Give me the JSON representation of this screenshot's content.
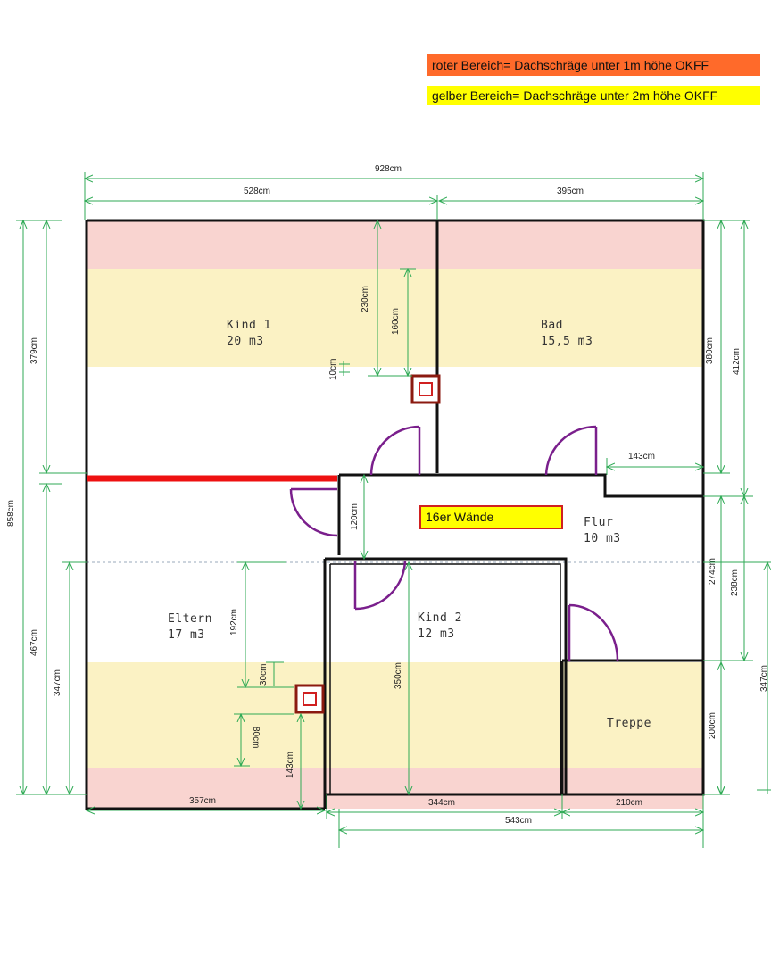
{
  "legend": {
    "red": "roter Bereich= Dachschräge unter 1m höhe OKFF",
    "yellow": "gelber Bereich= Dachschräge unter 2m höhe OKFF",
    "red_color": "#ff6a2a",
    "yellow_color": "#ffff00"
  },
  "rooms": {
    "kind1_name": "Kind 1",
    "kind1_area": "20 m3",
    "bad_name": "Bad",
    "bad_area": "15,5 m3",
    "flur_name": "Flur",
    "flur_area": "10 m3",
    "eltern_name": "Eltern",
    "eltern_area": "17 m3",
    "kind2_name": "Kind 2",
    "kind2_area": "12 m3",
    "treppe_name": "Treppe"
  },
  "note16": "16er Wände",
  "dims": {
    "d928": "928cm",
    "d528": "528cm",
    "d395": "395cm",
    "d858": "858cm",
    "d379": "379cm",
    "d467": "467cm",
    "d347l": "347cm",
    "d230": "230cm",
    "d160": "160cm",
    "d10": "10cm",
    "d380": "380cm",
    "d412": "412cm",
    "d143t": "143cm",
    "d120": "120cm",
    "d274": "274cm",
    "d238": "238cm",
    "d347r": "347cm",
    "d192": "192cm",
    "d30": "30cm",
    "d80": "80cm",
    "d143b": "143cm",
    "d350": "350cm",
    "d200": "200cm",
    "d357": "357cm",
    "d344": "344cm",
    "d210": "210cm",
    "d543": "543cm"
  },
  "colors": {
    "red_zone": "#f9d4d0",
    "yellow_zone": "#fbf2c4",
    "wall": "#111111",
    "door": "#7a1f8c",
    "dimension": "#2faa55",
    "red_wall": "#ee1111",
    "chimney": "#8b1a10"
  }
}
